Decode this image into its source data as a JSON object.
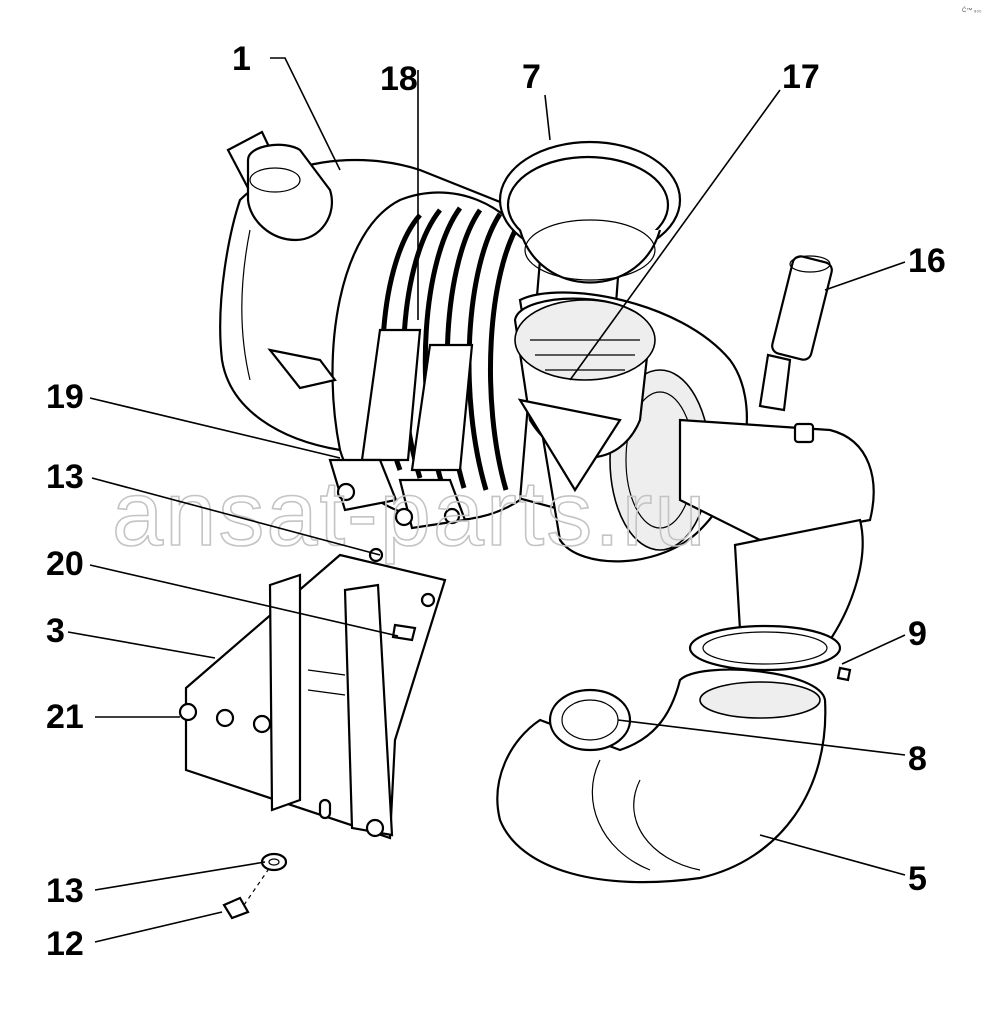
{
  "watermark": "ansat-parts.ru",
  "corner_mark": "Ć™ ₈₀₀",
  "callouts": {
    "c1": "1",
    "c18": "18",
    "c7": "7",
    "c17": "17",
    "c16": "16",
    "c19": "19",
    "c13a": "13",
    "c20": "20",
    "c3": "3",
    "c21": "21",
    "c9": "9",
    "c8": "8",
    "c5": "5",
    "c13b": "13",
    "c12": "12"
  }
}
